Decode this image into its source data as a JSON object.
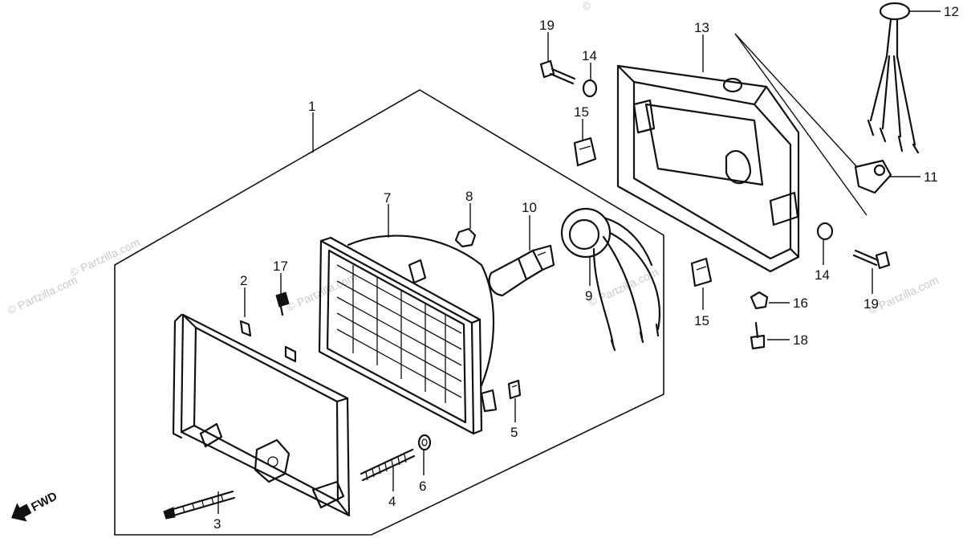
{
  "watermark": {
    "text": "© Partzilla.com",
    "copyright_symbol": "©"
  },
  "direction_label": "FWD",
  "callouts": [
    {
      "id": "c1",
      "label": "1"
    },
    {
      "id": "c2",
      "label": "2"
    },
    {
      "id": "c3",
      "label": "3"
    },
    {
      "id": "c4",
      "label": "4"
    },
    {
      "id": "c5",
      "label": "5"
    },
    {
      "id": "c6",
      "label": "6"
    },
    {
      "id": "c7",
      "label": "7"
    },
    {
      "id": "c8",
      "label": "8"
    },
    {
      "id": "c9",
      "label": "9"
    },
    {
      "id": "c10",
      "label": "10"
    },
    {
      "id": "c11",
      "label": "11"
    },
    {
      "id": "c12",
      "label": "12"
    },
    {
      "id": "c13",
      "label": "13"
    },
    {
      "id": "c14a",
      "label": "14"
    },
    {
      "id": "c14b",
      "label": "14"
    },
    {
      "id": "c15a",
      "label": "15"
    },
    {
      "id": "c15b",
      "label": "15"
    },
    {
      "id": "c16",
      "label": "16"
    },
    {
      "id": "c17",
      "label": "17"
    },
    {
      "id": "c18",
      "label": "18"
    },
    {
      "id": "c19a",
      "label": "19"
    },
    {
      "id": "c19b",
      "label": "19"
    }
  ]
}
